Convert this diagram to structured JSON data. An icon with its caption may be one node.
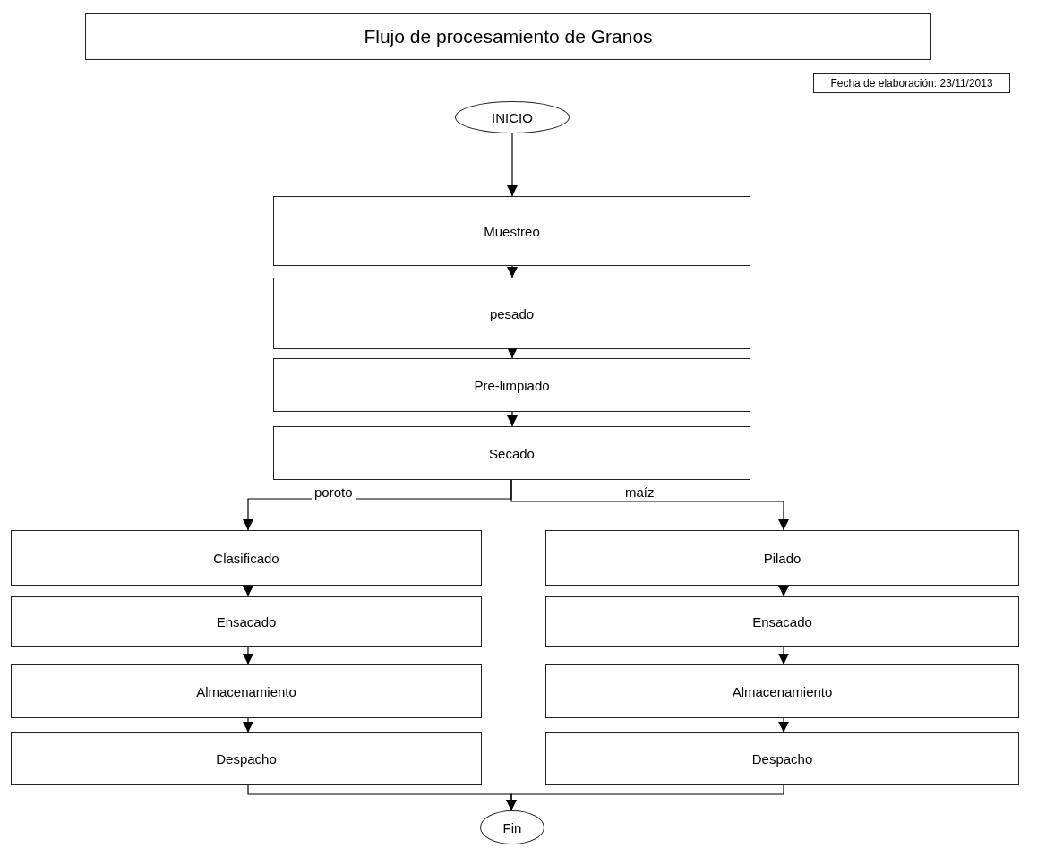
{
  "diagram": {
    "title": "Flujo de procesamiento de Granos",
    "nodes": [
      {
        "text": [
          "INICIO"
        ]
      },
      {
        "text": [
          "Muestreo"
        ]
      },
      {
        "text": [
          "pesado"
        ]
      },
      {
        "text": [
          "Pre-limpiado"
        ]
      },
      {
        "text": [
          "Secado"
        ]
      },
      {
        "text": [
          "Clasificado"
        ]
      },
      {
        "text": [
          "Ensacado"
        ]
      },
      {
        "text": [
          "Almacenamiento"
        ]
      },
      {
        "text": [
          "Despacho"
        ]
      },
      {
        "text": [
          "Pilado"
        ]
      },
      {
        "text": [
          "Ensacado"
        ]
      },
      {
        "text": [
          "Almacenamiento"
        ]
      },
      {
        "text": [
          "Despacho"
        ]
      },
      {
        "text": [
          "Fin"
        ]
      },
      {
        "text": [
          "Fecha de elaboración: 23/11/2013"
        ]
      }
    ],
    "edges": [
      {
        "from": 0,
        "to": 1,
        "arrow": "to"
      },
      {
        "from": 1,
        "to": 2,
        "arrow": "to"
      },
      {
        "from": 2,
        "to": 3,
        "arrow": "to"
      },
      {
        "from": 3,
        "to": 4,
        "arrow": "to"
      },
      {
        "from": 4,
        "to": 5,
        "arrow": "to",
        "label": "poroto"
      },
      {
        "from": 4,
        "to": 9,
        "arrow": "to",
        "label": "maíz"
      },
      {
        "from": 5,
        "to": 6,
        "arrow": "to"
      },
      {
        "from": 6,
        "to": 7,
        "arrow": "to"
      },
      {
        "from": 7,
        "to": 8,
        "arrow": "to"
      },
      {
        "from": 9,
        "to": 10,
        "arrow": "to"
      },
      {
        "from": 10,
        "to": 11,
        "arrow": "to"
      },
      {
        "from": 11,
        "to": 12,
        "arrow": "to"
      },
      {
        "from": 8,
        "to": 13,
        "arrow": "to"
      },
      {
        "from": 12,
        "to": 13,
        "arrow": "to"
      }
    ]
  }
}
